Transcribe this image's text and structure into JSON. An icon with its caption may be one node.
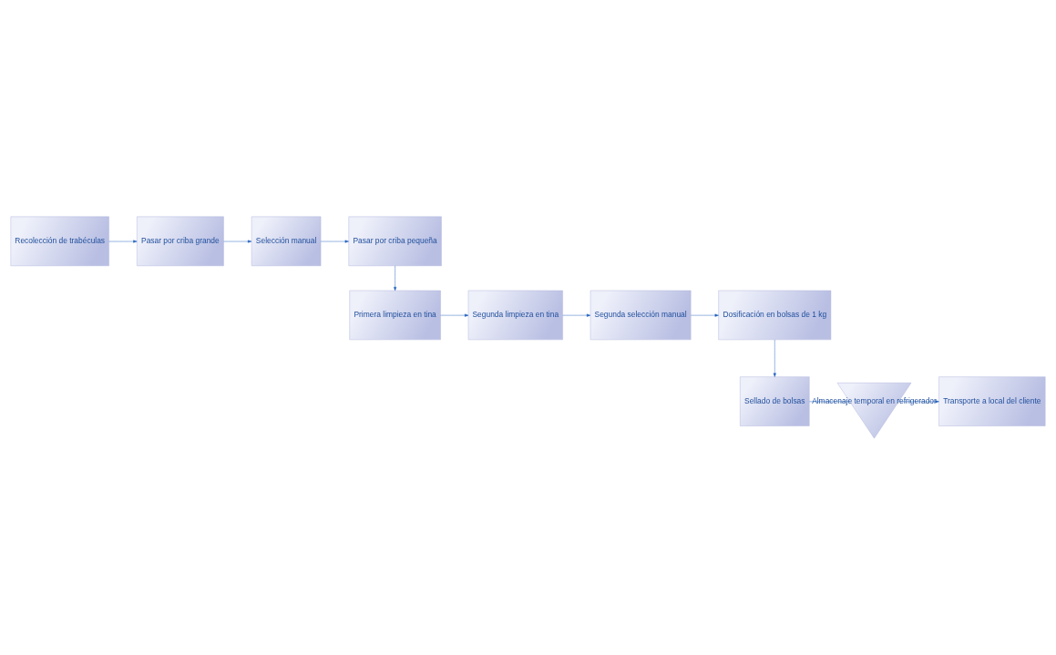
{
  "diagram": {
    "nodes": [
      {
        "text": [
          "Recolección de trabéculas"
        ]
      },
      {
        "text": [
          "Pasar por criba grande"
        ]
      },
      {
        "text": [
          "Selección manual"
        ]
      },
      {
        "text": [
          "Pasar por criba pequeña"
        ]
      },
      {
        "text": [
          "Primera limpieza en tina"
        ]
      },
      {
        "text": [
          "Segunda limpieza en tina"
        ]
      },
      {
        "text": [
          "Segunda selección manual"
        ]
      },
      {
        "text": [
          "Dosificación en bolsas de 1 kg"
        ]
      },
      {
        "text": [
          "Sellado de bolsas"
        ]
      },
      {
        "text": [
          "Almacenaje temporal en refrigerador"
        ]
      },
      {
        "text": [
          "Transporte a local del cliente"
        ]
      }
    ],
    "edges": [
      {
        "from": 0,
        "to": 1,
        "arrow": "to"
      },
      {
        "from": 1,
        "to": 2,
        "arrow": "to"
      },
      {
        "from": 2,
        "to": 3,
        "arrow": "to"
      },
      {
        "from": 3,
        "to": 4,
        "arrow": "to"
      },
      {
        "from": 4,
        "to": 5,
        "arrow": "to"
      },
      {
        "from": 5,
        "to": 6,
        "arrow": "to"
      },
      {
        "from": 6,
        "to": 7,
        "arrow": "to"
      },
      {
        "from": 7,
        "to": 8,
        "arrow": "to"
      },
      {
        "from": 8,
        "to": 9,
        "arrow": "none"
      },
      {
        "from": 9,
        "to": 10,
        "arrow": "to"
      }
    ]
  }
}
